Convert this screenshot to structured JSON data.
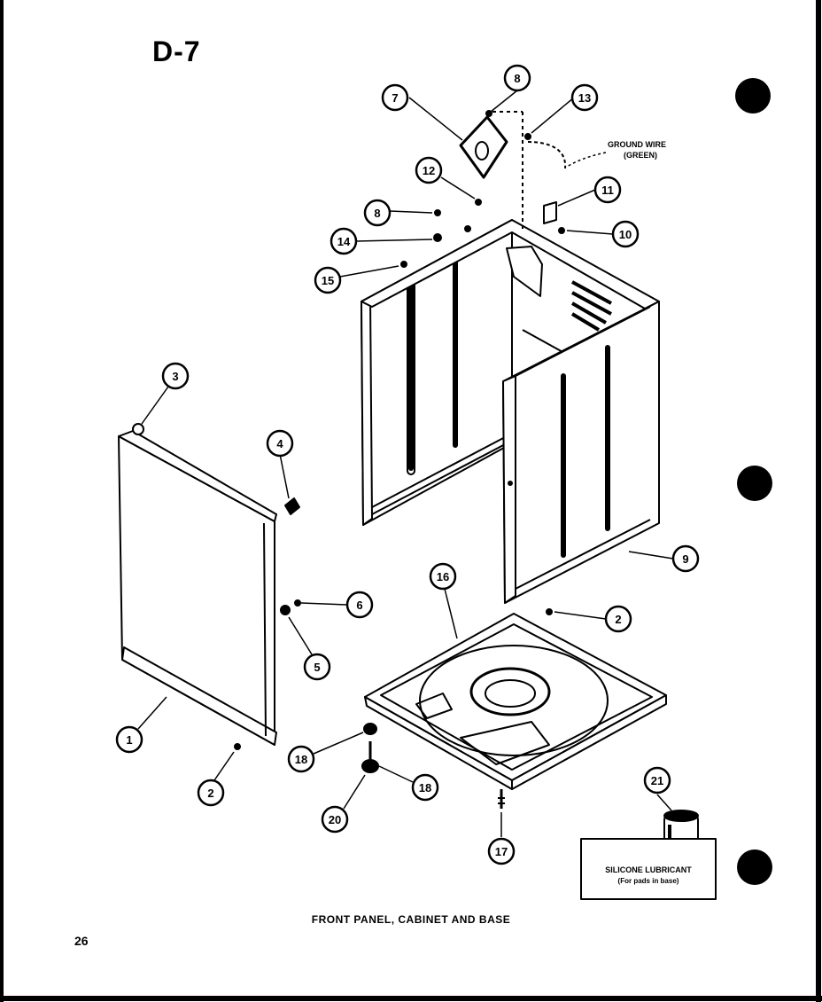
{
  "page": {
    "diagram_code": "D-7",
    "caption": "FRONT PANEL, CABINET AND BASE",
    "page_number": "26"
  },
  "labels": {
    "ground_wire_line1": "GROUND WIRE",
    "ground_wire_line2": "(GREEN)",
    "silicone_line1": "SILICONE LUBRICANT",
    "silicone_line2": "(For pads in base)"
  },
  "callouts": [
    {
      "id": "c7",
      "num": "7"
    },
    {
      "id": "c8a",
      "num": "8"
    },
    {
      "id": "c13",
      "num": "13"
    },
    {
      "id": "c12",
      "num": "12"
    },
    {
      "id": "c11",
      "num": "11"
    },
    {
      "id": "c8b",
      "num": "8"
    },
    {
      "id": "c10",
      "num": "10"
    },
    {
      "id": "c14",
      "num": "14"
    },
    {
      "id": "c15",
      "num": "15"
    },
    {
      "id": "c3",
      "num": "3"
    },
    {
      "id": "c4",
      "num": "4"
    },
    {
      "id": "c9",
      "num": "9"
    },
    {
      "id": "c16",
      "num": "16"
    },
    {
      "id": "c6",
      "num": "6"
    },
    {
      "id": "c5",
      "num": "5"
    },
    {
      "id": "c2a",
      "num": "2"
    },
    {
      "id": "c1",
      "num": "1"
    },
    {
      "id": "c2b",
      "num": "2"
    },
    {
      "id": "c18a",
      "num": "18"
    },
    {
      "id": "c18b",
      "num": "18"
    },
    {
      "id": "c20",
      "num": "20"
    },
    {
      "id": "c17",
      "num": "17"
    },
    {
      "id": "c21",
      "num": "21"
    }
  ]
}
